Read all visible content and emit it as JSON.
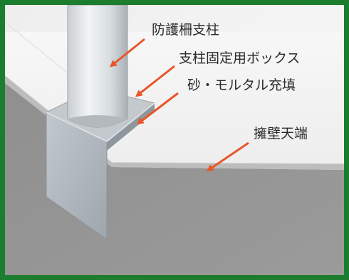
{
  "labels": {
    "post": "防護柵支柱",
    "box": "支柱固定用ボックス",
    "fill": "砂・モルタル充填",
    "wall_top": "擁壁天端"
  },
  "colors": {
    "frame": "#1c7d2e",
    "arrow": "#e8562a",
    "wall_face": "#8c8c8c",
    "top_surface": "#f4f4f4"
  }
}
